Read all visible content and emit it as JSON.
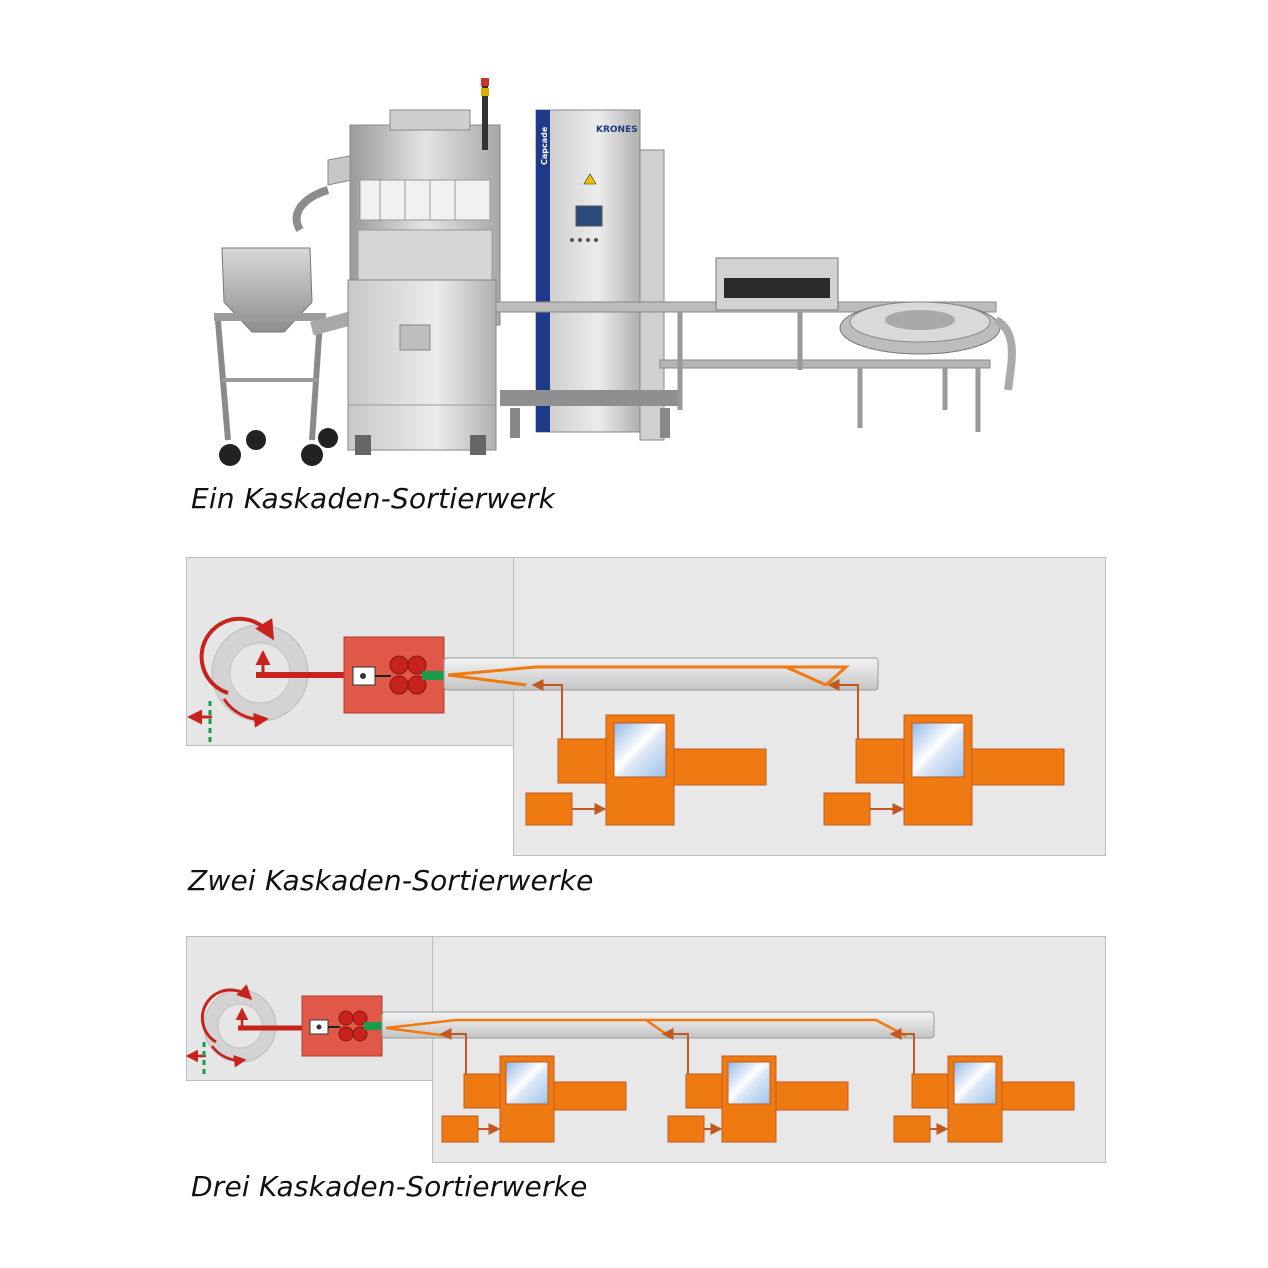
{
  "captions": {
    "one": "Ein Kaskaden-Sortierwerk",
    "two": "Zwei Kaskaden-Sortierwerke",
    "three": "Drei Kaskaden-Sortierwerke"
  },
  "machine": {
    "brand": "KRONES",
    "model": "Capcade"
  },
  "colors": {
    "sorter_orange": "#ef7a12",
    "feed_red": "#c8221c",
    "conveyor_green": "#1a9a4a",
    "panel_gray": "#e6e6e6",
    "housing_red": "#e05848",
    "machine_blue": "#1e3a8a"
  },
  "icons": [
    "rotary-feeder-icon",
    "camera-icon",
    "direction-arrow-icon",
    "sorter-unit-icon",
    "window-icon"
  ]
}
